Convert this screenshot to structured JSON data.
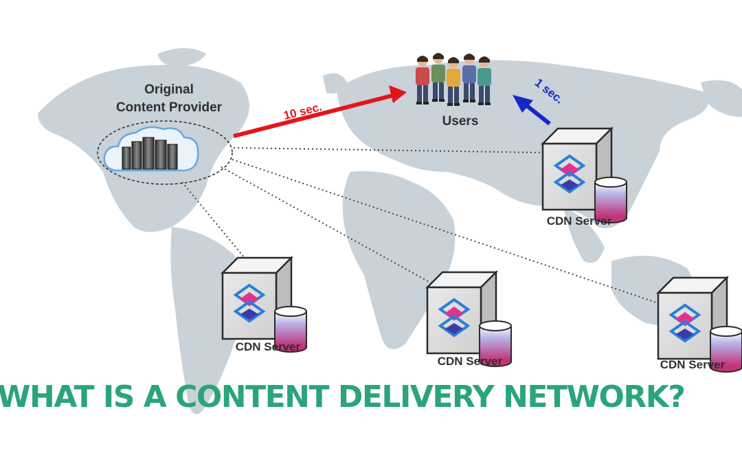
{
  "labels": {
    "origin_title_line1": "Original",
    "origin_title_line2": "Content Provider",
    "users": "Users",
    "red_arrow_time": "10 sec.",
    "blue_arrow_time": "1 sec.",
    "cdn_server": "CDN Server"
  },
  "headline": "WHAT IS A CONTENT DELIVERY NETWORK?",
  "colors": {
    "headline": "#2aa57a",
    "map": "#c9d1d9",
    "red_arrow": "#e5141b",
    "blue_arrow": "#1626c8",
    "dotted_lines": "#444444"
  },
  "icons": [
    "world-map",
    "cloud-server-icon",
    "users-group-icon",
    "cdn-server-cube-icon",
    "database-cylinder-icon"
  ]
}
